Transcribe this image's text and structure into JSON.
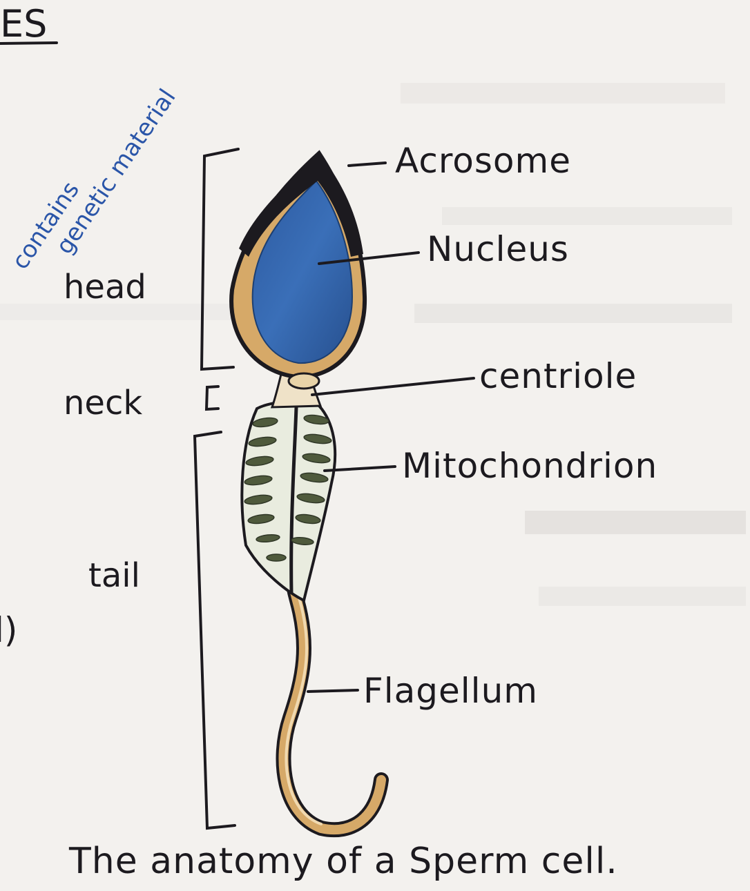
{
  "header_fragment": "ES",
  "edge_fragment": "l)",
  "annotation": {
    "line1": "contains",
    "line2": "genetic material",
    "color": "#2a55a8"
  },
  "regions": {
    "head": "head",
    "neck": "neck",
    "tail": "tail"
  },
  "parts": {
    "acrosome": "Acrosome",
    "nucleus": "Nucleus",
    "centriole": "centriole",
    "mitochondrion": "Mitochondrion",
    "flagellum": "Flagellum"
  },
  "caption": "The anatomy of a Sperm cell.",
  "colors": {
    "nucleus": "#2f62a8",
    "outline": "#1c1a1f",
    "cytoplasm": "#d6a968",
    "mitochondria": "#4f5a3c",
    "paper": "#f3f1ee"
  }
}
